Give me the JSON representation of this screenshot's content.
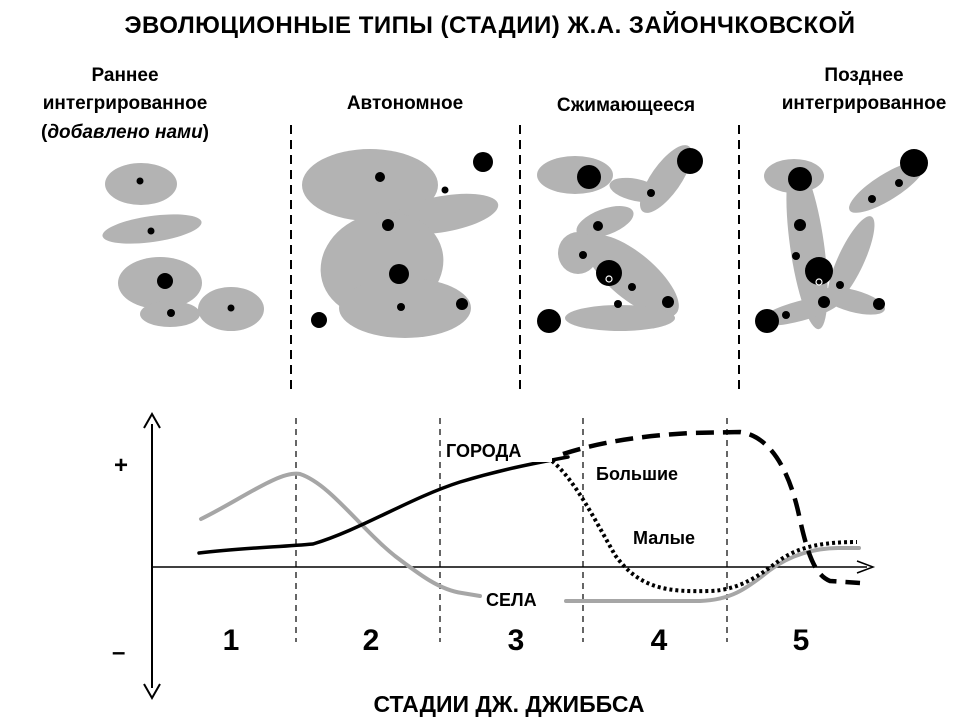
{
  "title": "ЭВОЛЮЦИОННЫЕ ТИПЫ (СТАДИИ)  Ж.А. ЗАЙОНЧКОВСКОЙ",
  "stages_top": [
    {
      "lines": [
        "Раннее",
        "интегрированное"
      ],
      "note_open": "(",
      "note_italic": "добавлено нами",
      "note_close": ")"
    },
    {
      "lines": [
        "Автономное"
      ]
    },
    {
      "lines": [
        "Сжимающееся"
      ]
    },
    {
      "lines": [
        "Позднее",
        "интегрированное"
      ]
    }
  ],
  "graph": {
    "plus_sign": "+",
    "minus_sign": "–",
    "cities_label": "ГОРОДА",
    "large_label": "Большие",
    "small_label": "Малые",
    "villages_label": "СЕЛА",
    "stage_numbers": [
      "1",
      "2",
      "3",
      "4",
      "5"
    ],
    "x_axis_title": "СТАДИИ  ДЖ. ДЖИББСА"
  },
  "colors": {
    "blob_fill": "#b3b3b3",
    "city_dot": "#000000",
    "villages_line": "#a6a6a6",
    "cities_line": "#000000"
  }
}
